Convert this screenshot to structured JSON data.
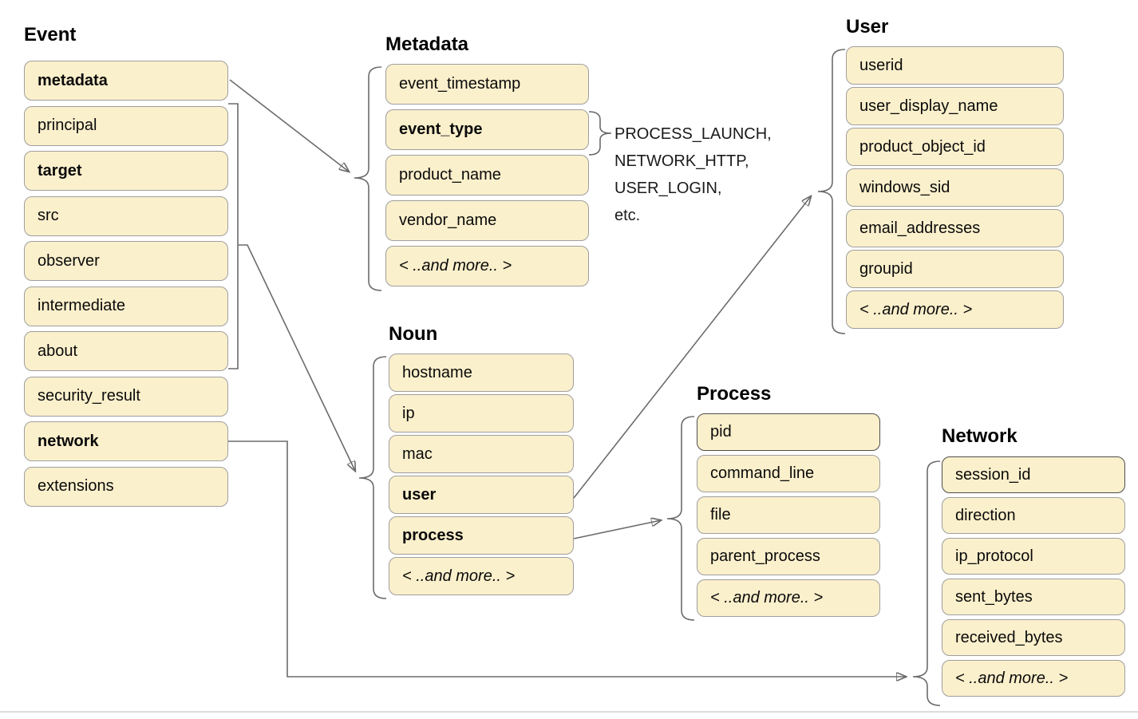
{
  "colors": {
    "box_fill": "#FBF0CC",
    "box_border": "#9e9e9e",
    "box_border_dark": "#4d4d4d",
    "connector": "#6b6b6b",
    "text": "#0a0a0a"
  },
  "groups": {
    "event": {
      "title": "Event",
      "fields": [
        {
          "label": "metadata",
          "bold": true
        },
        {
          "label": "principal"
        },
        {
          "label": "target",
          "bold": true
        },
        {
          "label": "src"
        },
        {
          "label": "observer"
        },
        {
          "label": "intermediate"
        },
        {
          "label": "about"
        },
        {
          "label": "security_result"
        },
        {
          "label": "network",
          "bold": true
        },
        {
          "label": "extensions"
        }
      ]
    },
    "metadata": {
      "title": "Metadata",
      "fields": [
        {
          "label": "event_timestamp"
        },
        {
          "label": "event_type",
          "bold": true
        },
        {
          "label": "product_name"
        },
        {
          "label": "vendor_name"
        },
        {
          "label": "< ..and more.. >",
          "italic": true
        }
      ]
    },
    "user": {
      "title": "User",
      "fields": [
        {
          "label": "userid"
        },
        {
          "label": "user_display_name"
        },
        {
          "label": "product_object_id"
        },
        {
          "label": "windows_sid"
        },
        {
          "label": "email_addresses"
        },
        {
          "label": "groupid"
        },
        {
          "label": "< ..and more.. >",
          "italic": true
        }
      ]
    },
    "noun": {
      "title": "Noun",
      "fields": [
        {
          "label": "hostname"
        },
        {
          "label": "ip"
        },
        {
          "label": "mac"
        },
        {
          "label": "user",
          "bold": true
        },
        {
          "label": "process",
          "bold": true
        },
        {
          "label": "< ..and more.. >",
          "italic": true
        }
      ]
    },
    "process": {
      "title": "Process",
      "fields": [
        {
          "label": "pid"
        },
        {
          "label": "command_line"
        },
        {
          "label": "file"
        },
        {
          "label": "parent_process"
        },
        {
          "label": "< ..and more.. >",
          "italic": true
        }
      ]
    },
    "network": {
      "title": "Network",
      "fields": [
        {
          "label": "session_id"
        },
        {
          "label": "direction"
        },
        {
          "label": "ip_protocol"
        },
        {
          "label": "sent_bytes"
        },
        {
          "label": "received_bytes"
        },
        {
          "label": "< ..and more.. >",
          "italic": true
        }
      ]
    }
  },
  "annotation": {
    "lines": [
      "PROCESS_LAUNCH,",
      "NETWORK_HTTP,",
      "USER_LOGIN,",
      "etc."
    ]
  }
}
